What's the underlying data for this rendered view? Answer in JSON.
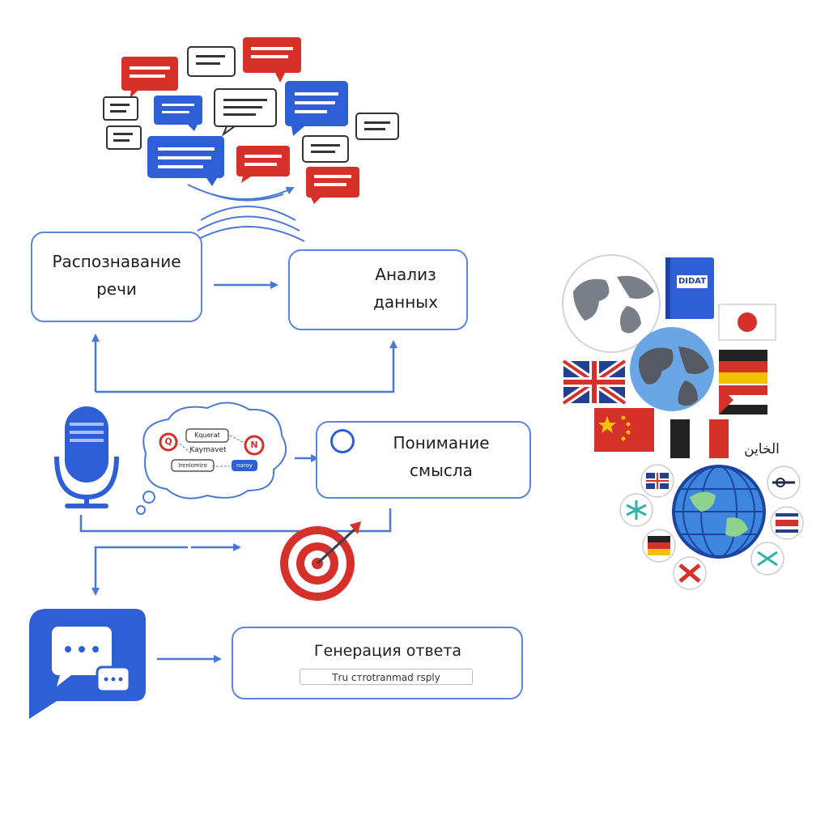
{
  "diagram": {
    "nodes": {
      "speech_recognition": {
        "line1": "Распознавание",
        "line2": "речи"
      },
      "data_analysis": {
        "line1": "Анализ",
        "line2": "данных"
      },
      "meaning_understanding": {
        "line1": "Понимание",
        "line2": "смысла"
      },
      "response_generation": {
        "title": "Генерация ответа",
        "subtext": "Тru cтrotranmad rsply"
      }
    },
    "cloud_keywords": [
      "Kquerat",
      "Kaymavet",
      "Irenlomiro",
      "naroy"
    ],
    "cloud_badges": [
      "Q",
      "N"
    ],
    "language_cluster": {
      "book_label": "DIDAT",
      "arabic_label": "الخاين"
    }
  },
  "colors": {
    "accent_blue": "#2f5fd6",
    "line_blue": "#5b86dd",
    "red": "#d6302a",
    "dark_gray": "#3a3f48"
  },
  "icons": [
    "speech-bubble-icon",
    "microphone-icon",
    "target-icon",
    "chat-icon",
    "globe-icon",
    "flag-icon",
    "book-icon"
  ]
}
